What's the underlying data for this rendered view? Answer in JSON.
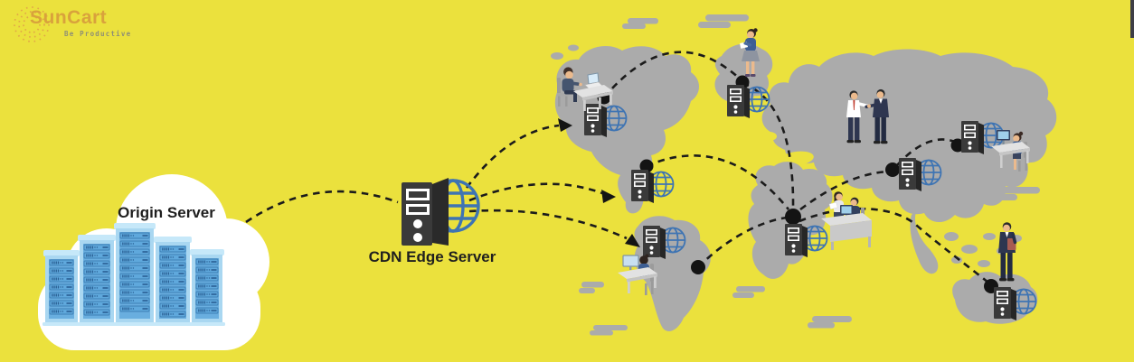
{
  "logo": {
    "brand": "SunCart",
    "tagline": "Be Productive"
  },
  "origin": {
    "label": "Origin Server",
    "tower_count": 5
  },
  "cdn": {
    "label": "CDN Edge Server"
  },
  "colors": {
    "background": "#EBE13D",
    "map_gray": "#ABABAB",
    "cloud_white": "#FFFFFF",
    "link_black": "#1B1B1B",
    "node_black": "#141414",
    "globe_blue": "#3E74B3",
    "server_dark": "#3A3A3A",
    "rack_cap": "#C6E8F9",
    "rack_frame": "#A9D7F1",
    "rack_panel": "#69AEDF",
    "rack_slot": "#5FA8DC",
    "rack_slot_border": "#3D7FB5",
    "rack_tick": "#2A5F93",
    "logo_orange": "#D9A23C",
    "tagline_gray": "#8E8E76"
  },
  "network": {
    "hub_node": "north-africa-hub",
    "nodes": [
      {
        "id": "origin-server",
        "icons": [
          "cloud-icon",
          "server-rack-icon"
        ]
      },
      {
        "id": "cdn-edge-server",
        "icons": [
          "server-tower-icon",
          "globe-icon"
        ]
      },
      {
        "id": "north-america",
        "icons": [
          "edge-server-icon",
          "globe-icon",
          "node-dot",
          "man-at-laptop-desk"
        ]
      },
      {
        "id": "greenland",
        "icons": [
          "edge-server-icon",
          "globe-icon",
          "node-dot",
          "woman-sitting-reading"
        ]
      },
      {
        "id": "central-america",
        "icons": [
          "edge-server-icon",
          "globe-icon",
          "node-dot"
        ]
      },
      {
        "id": "south-america",
        "icons": [
          "edge-server-icon",
          "globe-icon",
          "node-dot",
          "woman-at-computer-desk"
        ]
      },
      {
        "id": "north-africa-hub",
        "icons": [
          "edge-server-icon",
          "globe-icon",
          "node-dot",
          "team-at-desk"
        ]
      },
      {
        "id": "europe",
        "icons": [
          "businessmen-handshake"
        ]
      },
      {
        "id": "middle-east",
        "icons": [
          "edge-server-icon",
          "globe-icon",
          "node-dot"
        ]
      },
      {
        "id": "east-asia",
        "icons": [
          "edge-server-icon",
          "globe-icon",
          "node-dot",
          "woman-at-computer-desk"
        ]
      },
      {
        "id": "australia",
        "icons": [
          "edge-server-icon",
          "globe-icon",
          "node-dot",
          "businessman-standing"
        ]
      }
    ],
    "links": [
      {
        "from": "origin-server",
        "to": "cdn-edge-server",
        "arrow": false
      },
      {
        "from": "cdn-edge-server",
        "to": "north-america",
        "arrow": true
      },
      {
        "from": "cdn-edge-server",
        "to": "central-america",
        "arrow": true
      },
      {
        "from": "cdn-edge-server",
        "to": "south-america",
        "arrow": true
      },
      {
        "from": "north-america",
        "to": "greenland",
        "arrow": false
      },
      {
        "from": "greenland",
        "to": "north-africa-hub",
        "arrow": false
      },
      {
        "from": "central-america",
        "to": "north-africa-hub",
        "arrow": false
      },
      {
        "from": "south-america",
        "to": "north-africa-hub",
        "arrow": false
      },
      {
        "from": "north-africa-hub",
        "to": "middle-east",
        "arrow": false
      },
      {
        "from": "middle-east",
        "to": "east-asia",
        "arrow": false
      },
      {
        "from": "north-africa-hub",
        "to": "australia",
        "arrow": false
      }
    ]
  }
}
